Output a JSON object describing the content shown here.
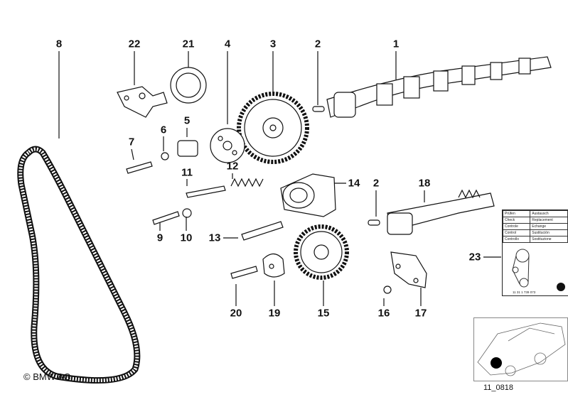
{
  "diagram": {
    "callouts": [
      "8",
      "22",
      "21",
      "4",
      "3",
      "2",
      "1",
      "5",
      "6",
      "7",
      "11",
      "12",
      "14",
      "2",
      "18",
      "9",
      "10",
      "13",
      "23",
      "20",
      "19",
      "15",
      "16",
      "17"
    ],
    "copyright": "© BMW AG",
    "diagram_code": "11_0818",
    "label_card": {
      "rows": [
        [
          "Prüfen",
          "Austausch"
        ],
        [
          "Check",
          "Replacement"
        ],
        [
          "Controle",
          "Echange"
        ],
        [
          "Control",
          "Sustitución"
        ],
        [
          "Controllo",
          "Sostituzione"
        ]
      ],
      "part_ref": "11 31 1 739 073"
    }
  }
}
